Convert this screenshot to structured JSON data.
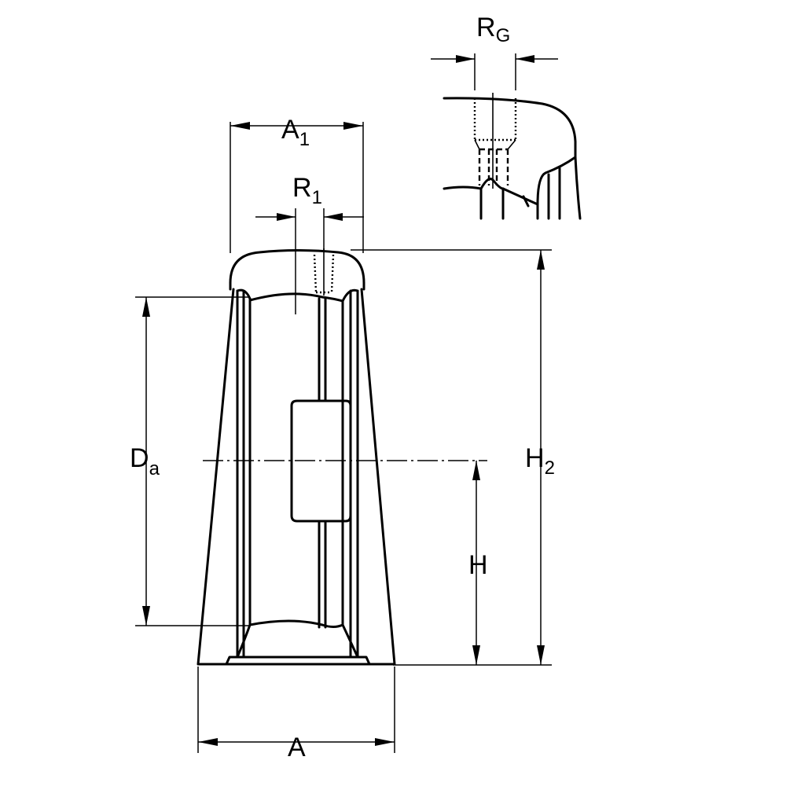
{
  "labels": {
    "A": {
      "main": "A",
      "sub": ""
    },
    "A1": {
      "main": "A",
      "sub": "1"
    },
    "R1": {
      "main": "R",
      "sub": "1"
    },
    "RG": {
      "main": "R",
      "sub": "G"
    },
    "Da": {
      "main": "D",
      "sub": "a"
    },
    "H": {
      "main": "H",
      "sub": ""
    },
    "H2": {
      "main": "H",
      "sub": "2"
    }
  }
}
